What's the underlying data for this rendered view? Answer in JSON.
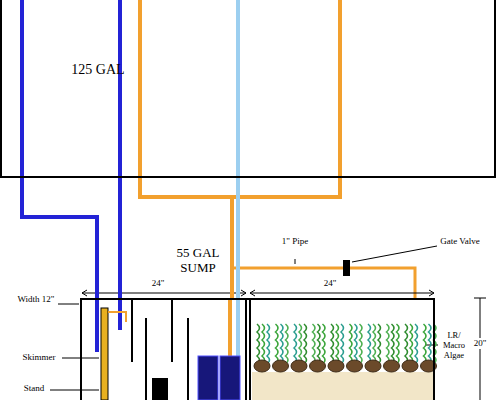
{
  "diagram": {
    "nodes": [
      {
        "text": [
          "125 GAL"
        ]
      },
      {
        "text": [
          "55 GAL SUMP"
        ]
      }
    ],
    "edges": [
      {
        "from": 0,
        "to": 1,
        "arrow": "none"
      },
      {
        "from": 0,
        "to": 1,
        "arrow": "none"
      },
      {
        "from": 0,
        "to": 1,
        "arrow": "none"
      },
      {
        "from": 0,
        "to": 1,
        "arrow": "none"
      }
    ],
    "labels": [
      "24\"",
      "24\"",
      "1\" Pipe",
      "Gate Valve",
      "Width 12\"",
      "Skimmer",
      "Stand",
      "LR/ Macro Algae",
      "20\""
    ]
  }
}
